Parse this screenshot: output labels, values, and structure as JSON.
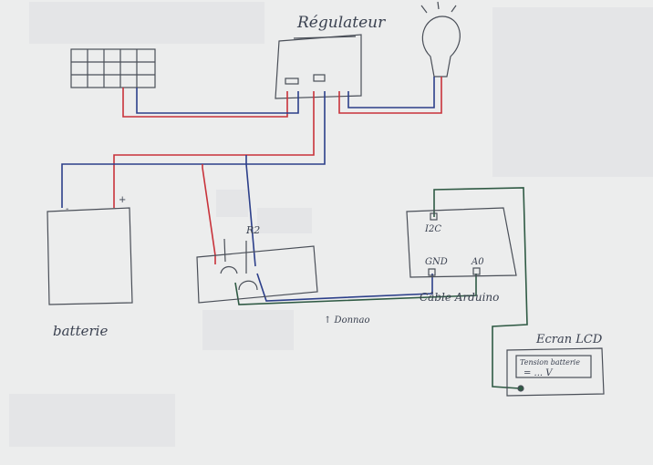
{
  "labels": {
    "regulator": "Régulateur",
    "i2c": "I2C",
    "gnd": "GND",
    "a0": "A0",
    "arduino_cable": "Câble Arduino",
    "lcd": "Ecran LCD",
    "lcd_line1": "Tension batterie",
    "lcd_line2": "= ... V",
    "battery": "batterie",
    "resistor": "R2",
    "data_note": "↑ Donnao",
    "plus": "+",
    "minus": "-"
  },
  "colors": {
    "positive_wire": "#c8323a",
    "negative_wire": "#2c3f8a",
    "signal_wire": "#2f5a44",
    "pencil": "#4a4f58",
    "paper": "#eceded"
  }
}
